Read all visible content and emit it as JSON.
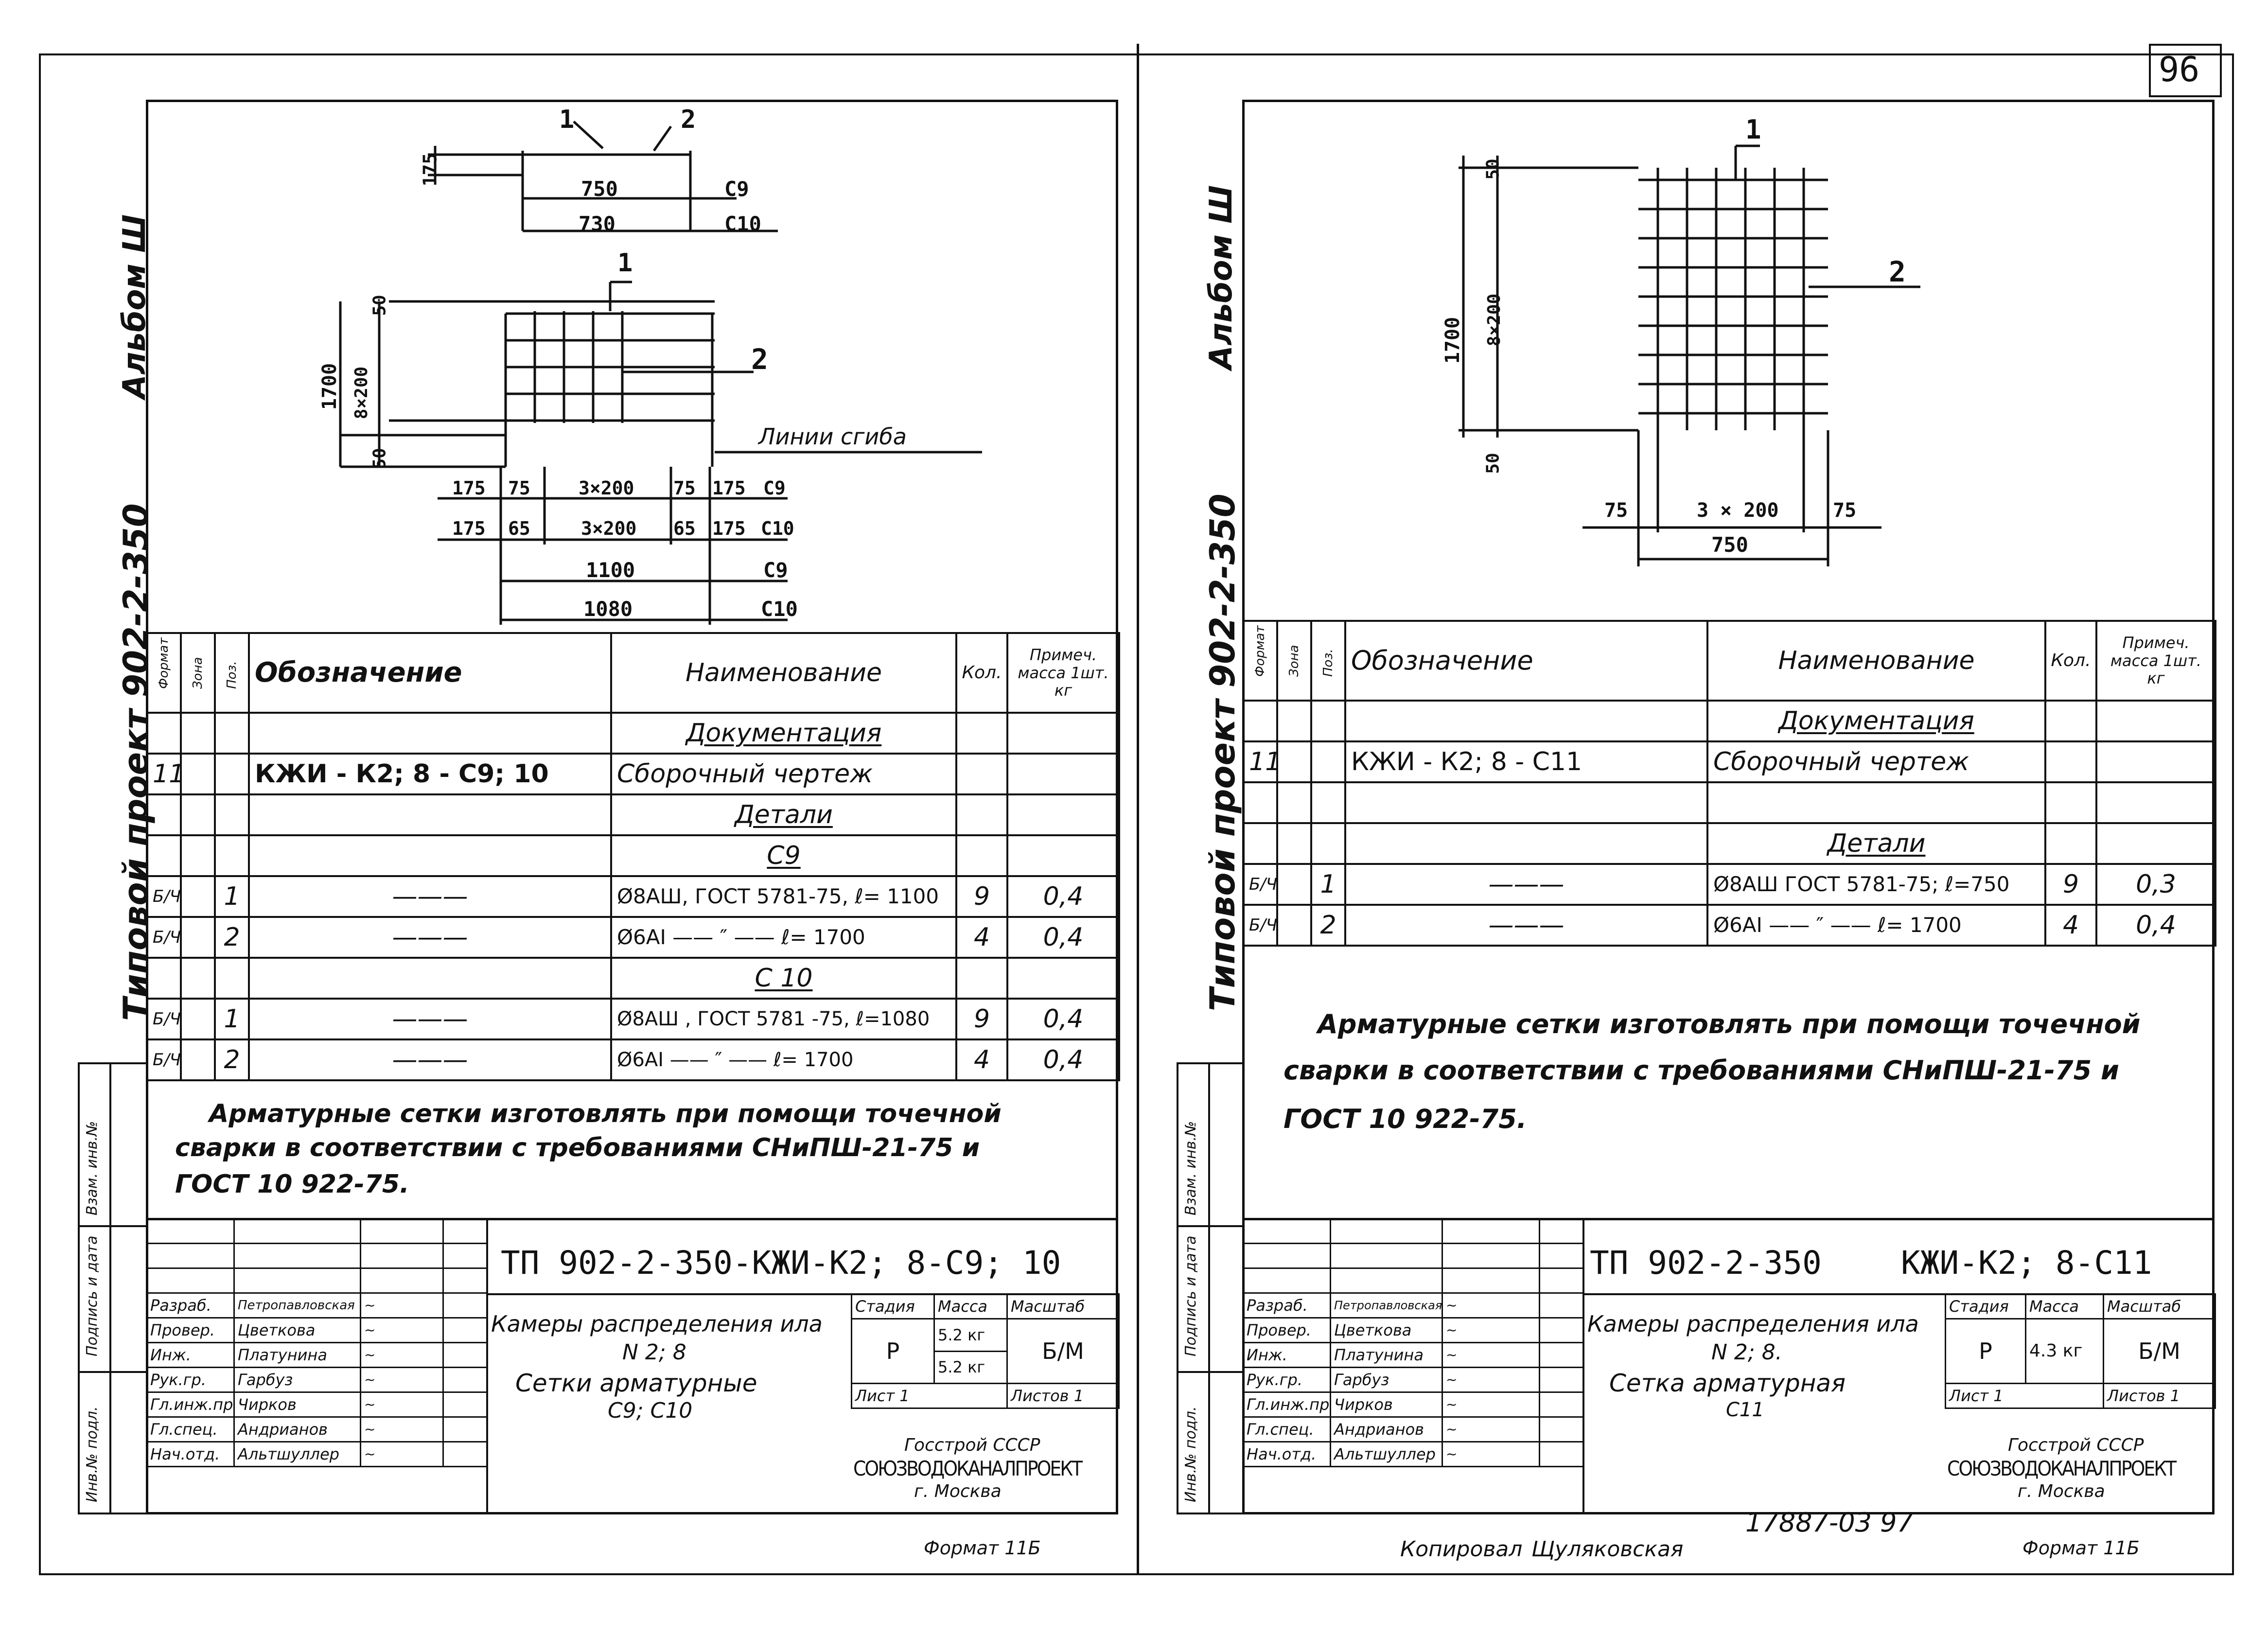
{
  "page_number": "96",
  "left": {
    "side": {
      "album": "Альбом Ш",
      "project": "Типовой  проект  902-2-350"
    },
    "stamp_labels": [
      "Инв.№ подл.",
      "Подпись и дата",
      "Взам. инв.№"
    ],
    "dims": {
      "top_175": "175",
      "w750": "750",
      "c9a": "С9",
      "w730": "730",
      "c10a": "С10",
      "leader1_top": "1",
      "leader2_top": "2",
      "leader1": "1",
      "leader2": "2",
      "v50_top": "50",
      "v1700": "1700",
      "v8x200": "8×200",
      "v50_bot": "50",
      "bend_lines": "Линии  сгиба",
      "row1": [
        "175",
        "75",
        "3×200",
        "75",
        "175",
        "С9"
      ],
      "row2": [
        "175",
        "65",
        "3×200",
        "65",
        "175",
        "С10"
      ],
      "w1100": "1100",
      "c9b": "С9",
      "w1080": "1080",
      "c10b": "С10"
    },
    "table": {
      "headers": {
        "format": "Формат",
        "zone": "Зона",
        "pos": "Поз.",
        "designation": "Обозначение",
        "name": "Наименование",
        "qty": "Кол.",
        "note": "Примеч. масса 1шт. кг"
      },
      "section_docs": "Документация",
      "doc_row": {
        "format": "11",
        "designation": "КЖИ - К2; 8 - С9; 10",
        "name": "Сборочный  чертеж"
      },
      "section_parts": "Детали",
      "sub_c9": "С9",
      "rows_c9": [
        {
          "format": "Б/Ч",
          "pos": "1",
          "designation": "———",
          "name": "Ø8АШ, ГОСТ 5781-75, ℓ= 1100",
          "qty": "9",
          "mass": "0,4"
        },
        {
          "format": "Б/Ч",
          "pos": "2",
          "designation": "———",
          "name": "Ø6АI  —— ″ ——   ℓ= 1700",
          "qty": "4",
          "mass": "0,4"
        }
      ],
      "sub_c10": "С 10",
      "rows_c10": [
        {
          "format": "Б/Ч",
          "pos": "1",
          "designation": "———",
          "name": "Ø8АШ , ГОСТ 5781 -75, ℓ=1080",
          "qty": "9",
          "mass": "0,4"
        },
        {
          "format": "Б/Ч",
          "pos": "2",
          "designation": "———",
          "name": "Ø6АI     —— ″ ——    ℓ= 1700",
          "qty": "4",
          "mass": "0,4"
        }
      ]
    },
    "note_lines": [
      "Арматурные  сетки  изготовлять  при  помощи  точечной",
      "сварки  в  соответствии  с  требованиями   СНиПШ-21-75  и",
      "ГОСТ    10 922-75."
    ],
    "title_block": {
      "code": "ТП 902-2-350-КЖИ-К2; 8-С9; 10",
      "roles": [
        "Разраб.",
        "Провер.",
        "Инж.",
        "Рук.гр.",
        "Гл.инж.пр.",
        "Гл.спец.",
        "Нач.отд."
      ],
      "names": [
        "Петропавловская",
        "Цветкова",
        "Платунина",
        "Гарбуз",
        "Чирков",
        "Андрианов",
        "Альтшуллер"
      ],
      "title_lines": [
        "Камеры распределения  ила",
        "N 2; 8",
        "Сетки  арматурные",
        "С9; С10"
      ],
      "stage_label": "Стадия",
      "mass_label": "Масса",
      "scale_label": "Масштаб",
      "stage": "Р",
      "mass_1": "5.2 кг",
      "mass_2": "5.2 кг",
      "scale": "Б/М",
      "sheet": "Лист  1",
      "sheets": "Листов  1",
      "org1": "Госстрой СССР",
      "org2": "СОЮЗВОДОКАНАЛПРОЕКТ",
      "org3": "г. Москва"
    },
    "format": "Формат  11Б"
  },
  "right": {
    "side": {
      "album": "Альбом Ш",
      "project": "Типовой  проект  902-2-350"
    },
    "stamp_labels": [
      "Инв.№ подл.",
      "Подпись и дата",
      "Взам. инв.№"
    ],
    "dims": {
      "leader1": "1",
      "leader2": "2",
      "v50_top": "50",
      "v1700": "1700",
      "v8x200": "8×200",
      "v50_bot": "50",
      "row": [
        "75",
        "3 × 200",
        "75"
      ],
      "w750": "750"
    },
    "table": {
      "headers": {
        "format": "Формат",
        "zone": "Зона",
        "pos": "Поз.",
        "designation": "Обозначение",
        "name": "Наименование",
        "qty": "Кол.",
        "note": "Примеч. масса 1шт. кг"
      },
      "section_docs": "Документация",
      "doc_row": {
        "format": "11",
        "designation": "КЖИ - К2; 8 - С11",
        "name": "Сборочный  чертеж"
      },
      "section_parts": "Детали",
      "rows": [
        {
          "format": "Б/Ч",
          "pos": "1",
          "designation": "———",
          "name": "Ø8АШ  ГОСТ 5781-75;  ℓ=750",
          "qty": "9",
          "mass": "0,3"
        },
        {
          "format": "Б/Ч",
          "pos": "2",
          "designation": "———",
          "name": "Ø6АI  —— ″ ——   ℓ= 1700",
          "qty": "4",
          "mass": "0,4"
        }
      ]
    },
    "note_lines": [
      "Арматурные  сетки  изготовлять  при  помощи  точечной",
      "сварки  в  соответствии  с  требованиями  СНиПШ-21-75 и",
      "ГОСТ  10 922-75."
    ],
    "title_block": {
      "code1": "ТП 902-2-350",
      "code2": "КЖИ-К2; 8-С11",
      "roles": [
        "Разраб.",
        "Провер.",
        "Инж.",
        "Рук.гр.",
        "Гл.инж.пр.",
        "Гл.спец.",
        "Нач.отд."
      ],
      "names": [
        "Петропавловская",
        "Цветкова",
        "Платунина",
        "Гарбуз",
        "Чирков",
        "Андрианов",
        "Альтшуллер"
      ],
      "title_lines": [
        "Камеры распределения  ила",
        "N 2; 8.",
        "Сетка  арматурная",
        "С11"
      ],
      "stage_label": "Стадия",
      "mass_label": "Масса",
      "scale_label": "Масштаб",
      "stage": "Р",
      "mass": "4.3 кг",
      "scale": "Б/М",
      "sheet": "Лист  1",
      "sheets": "Листов  1",
      "org1": "Госстрой СССР",
      "org2": "СОЮЗВОДОКАНАЛПРОЕКТ",
      "org3": "г. Москва"
    },
    "copied_label": "Копировал",
    "copied_name": "Щуляковская",
    "archive_no": "17887-03  97",
    "format": "Формат  11Б"
  }
}
